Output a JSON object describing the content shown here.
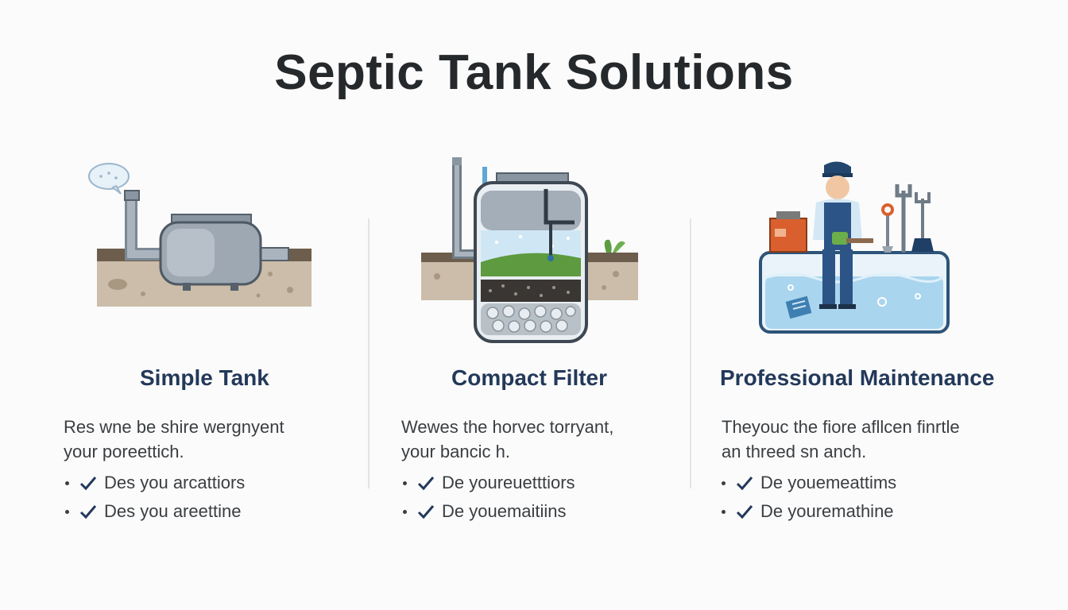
{
  "title": "Septic Tank Solutions",
  "columns": [
    {
      "heading": "Simple Tank",
      "desc_lines": [
        "Res wne be shire wergnyent",
        "your poreettich."
      ],
      "checks": [
        "Des you arcattiors",
        "Des you areettine"
      ]
    },
    {
      "heading": "Compact Filter",
      "desc_lines": [
        "Wewes the horvec torryant,",
        "your  bancic h."
      ],
      "checks": [
        "De youreuetttiors",
        "De youemaitiins"
      ]
    },
    {
      "heading": "Professional Maintenance",
      "desc_lines": [
        "Theyouc the fiore afllcen finrtle",
        "an threed sn anch."
      ],
      "checks": [
        "De youemeattims",
        "De youremathine"
      ]
    }
  ],
  "colors": {
    "heading": "#23395a",
    "check": "#23395a",
    "soil": "#c9bba8",
    "tank": "#9ea8b3",
    "water": "#bfe0f2"
  }
}
